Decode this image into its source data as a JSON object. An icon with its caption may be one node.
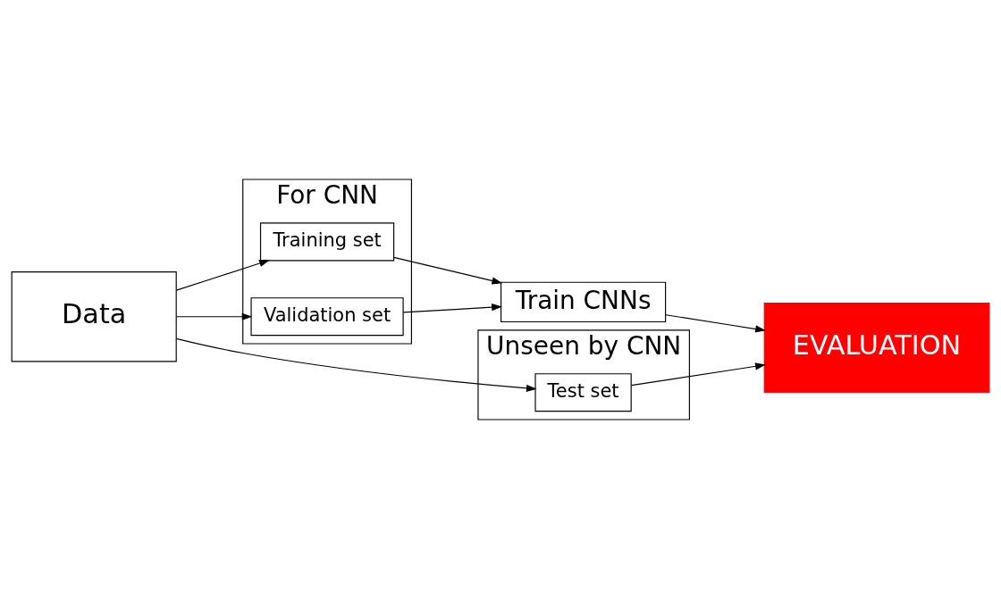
{
  "diagram": {
    "nodes": [
      {
        "text": [
          "Data"
        ]
      },
      {
        "text": [
          "For CNN"
        ]
      },
      {
        "text": [
          "Training set"
        ],
        "in": 1
      },
      {
        "text": [
          "Validation set"
        ],
        "in": 1
      },
      {
        "text": [
          "Train CNNs"
        ]
      },
      {
        "text": [
          "EVALUATION"
        ]
      },
      {
        "text": [
          "Unseen by CNN"
        ]
      },
      {
        "text": [
          "Test set"
        ],
        "in": 6
      }
    ],
    "edges": [
      {
        "from": 0,
        "to": 2,
        "arrow": "to"
      },
      {
        "from": 0,
        "to": 3,
        "arrow": "to"
      },
      {
        "from": 0,
        "to": 7,
        "arrow": "to"
      },
      {
        "from": 2,
        "to": 4,
        "arrow": "to"
      },
      {
        "from": 3,
        "to": 4,
        "arrow": "to"
      },
      {
        "from": 4,
        "to": 5,
        "arrow": "to"
      },
      {
        "from": 7,
        "to": 5,
        "arrow": "to"
      }
    ]
  }
}
